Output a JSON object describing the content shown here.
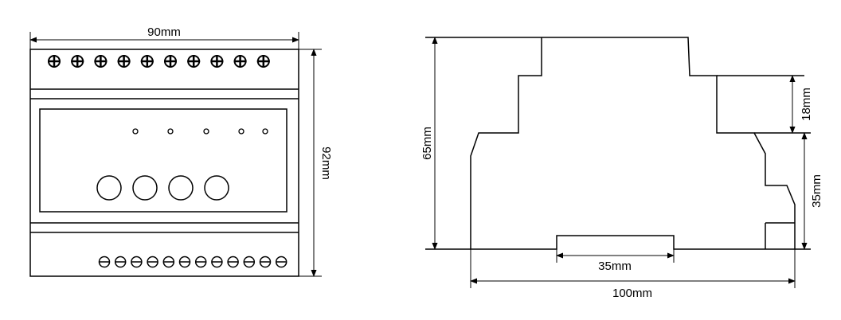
{
  "front_view": {
    "width_label": "90mm",
    "height_label": "92mm",
    "top_screw_count": 10,
    "bottom_terminal_count": 12,
    "indicator_led_count": 5,
    "button_count": 4
  },
  "side_view": {
    "height_label": "65mm",
    "top_step_label": "18mm",
    "rail_height_label": "35mm",
    "rail_width_label": "35mm",
    "depth_label": "100mm"
  }
}
